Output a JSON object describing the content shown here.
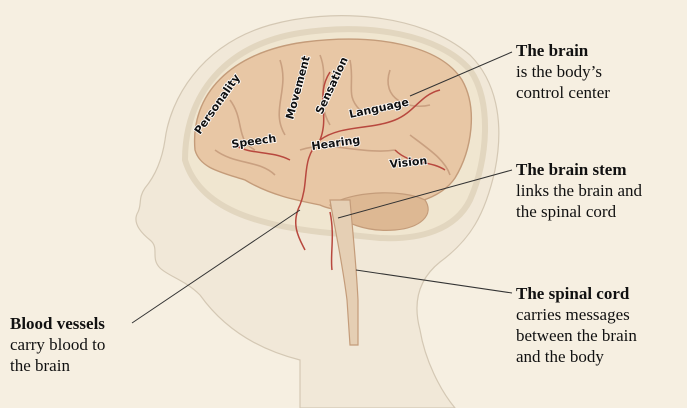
{
  "regions": {
    "personality": "Personality",
    "movement": "Movement",
    "sensation": "Sensation",
    "language": "Language",
    "speech": "Speech",
    "hearing": "Hearing",
    "vision": "Vision"
  },
  "callouts": {
    "brain": {
      "title": "The brain",
      "lines": [
        "is the body’s",
        "control center"
      ]
    },
    "brain_stem": {
      "title": "The brain stem",
      "lines": [
        "links the brain and",
        "the spinal cord"
      ]
    },
    "spinal_cord": {
      "title": "The spinal cord",
      "lines": [
        "carries messages",
        "between the brain",
        "and the body"
      ]
    },
    "blood_vessels": {
      "title": "Blood vessels",
      "lines": [
        "carry blood to",
        "the brain"
      ]
    }
  },
  "colors": {
    "background": "#f6efe1",
    "skin": "#f1e8d8",
    "skull": "#f0e6d0",
    "brain": "#e8c7a5",
    "vessels": "#b8483e"
  }
}
